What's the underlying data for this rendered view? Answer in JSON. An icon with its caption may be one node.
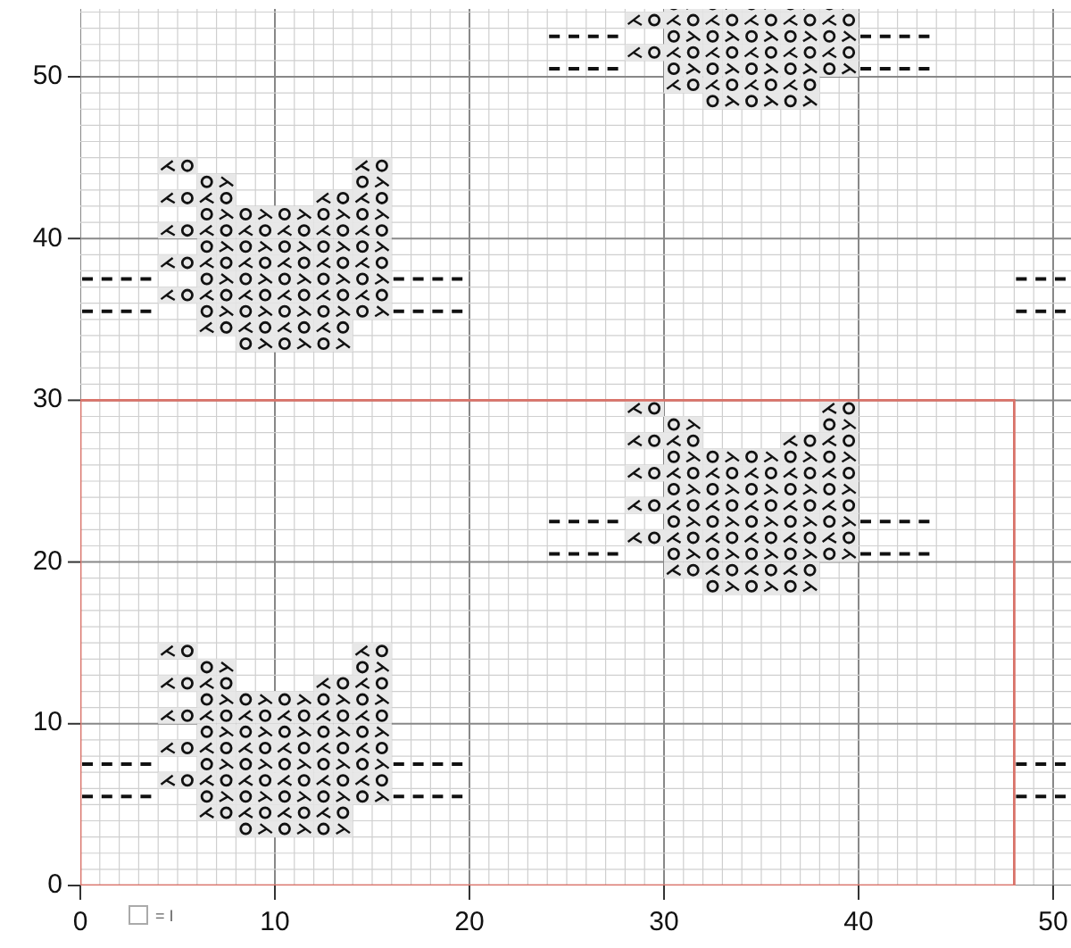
{
  "diagram": {
    "labels": [
      "50",
      "40",
      "30",
      "20",
      "10",
      "0",
      "0",
      "10",
      "20",
      "30",
      "40",
      "50"
    ],
    "legend": [
      {
        "text": "= I"
      }
    ]
  }
}
